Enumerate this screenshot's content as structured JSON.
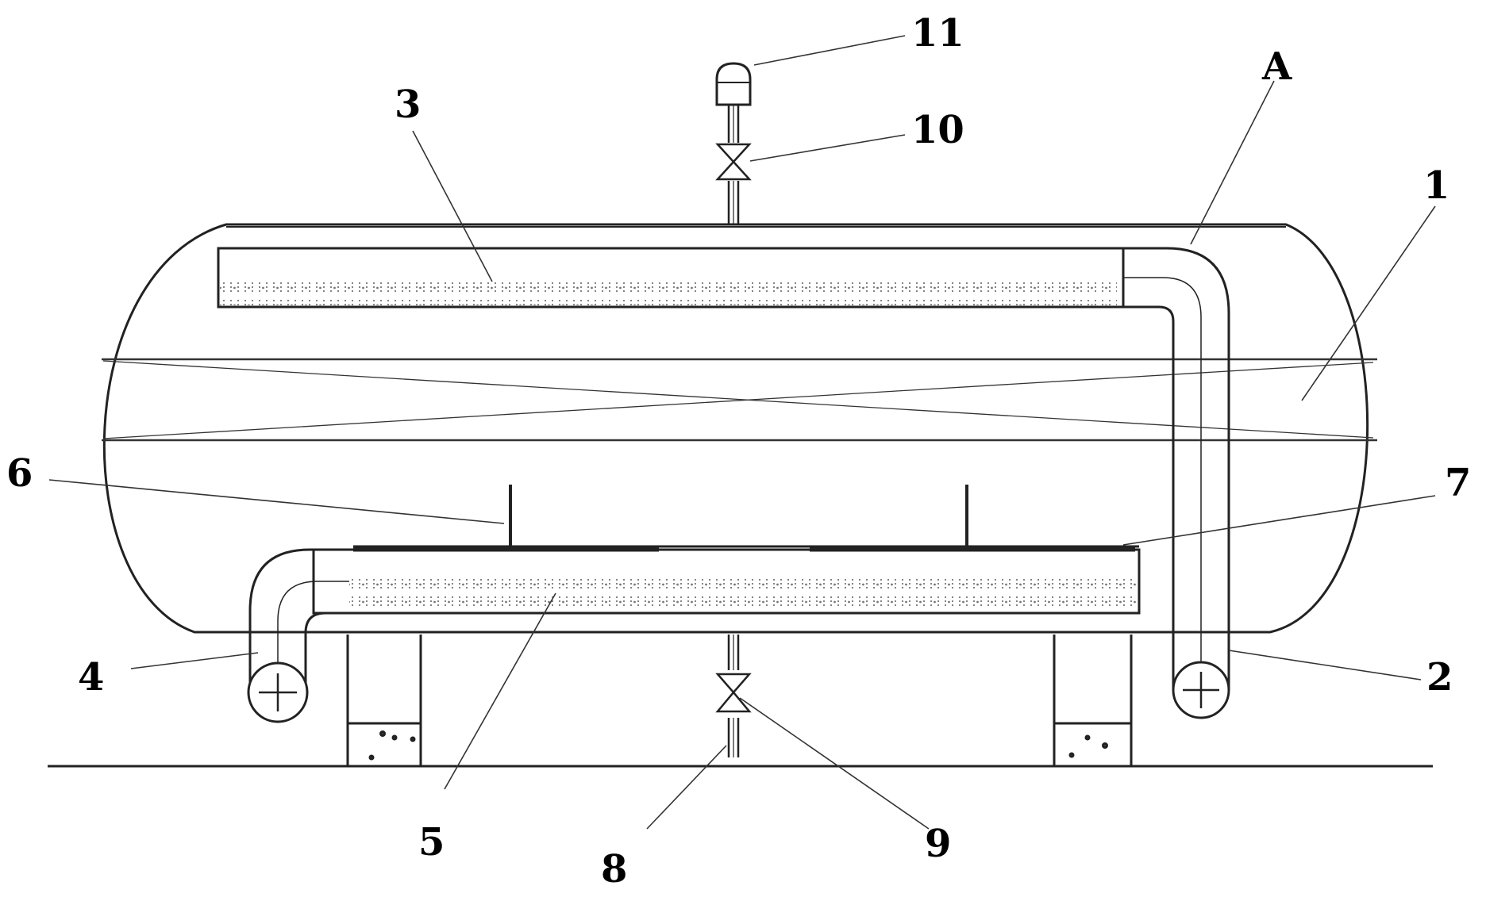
{
  "diagram": {
    "colors": {
      "line": "#222222",
      "perforation": "#555555",
      "background": "#ffffff"
    },
    "labels": {
      "l1": "1",
      "l2": "2",
      "l3": "3",
      "l4": "4",
      "l5": "5",
      "l6": "6",
      "l7": "7",
      "l8": "8",
      "l9": "9",
      "l10": "10",
      "l11": "11",
      "lA": "A"
    }
  }
}
